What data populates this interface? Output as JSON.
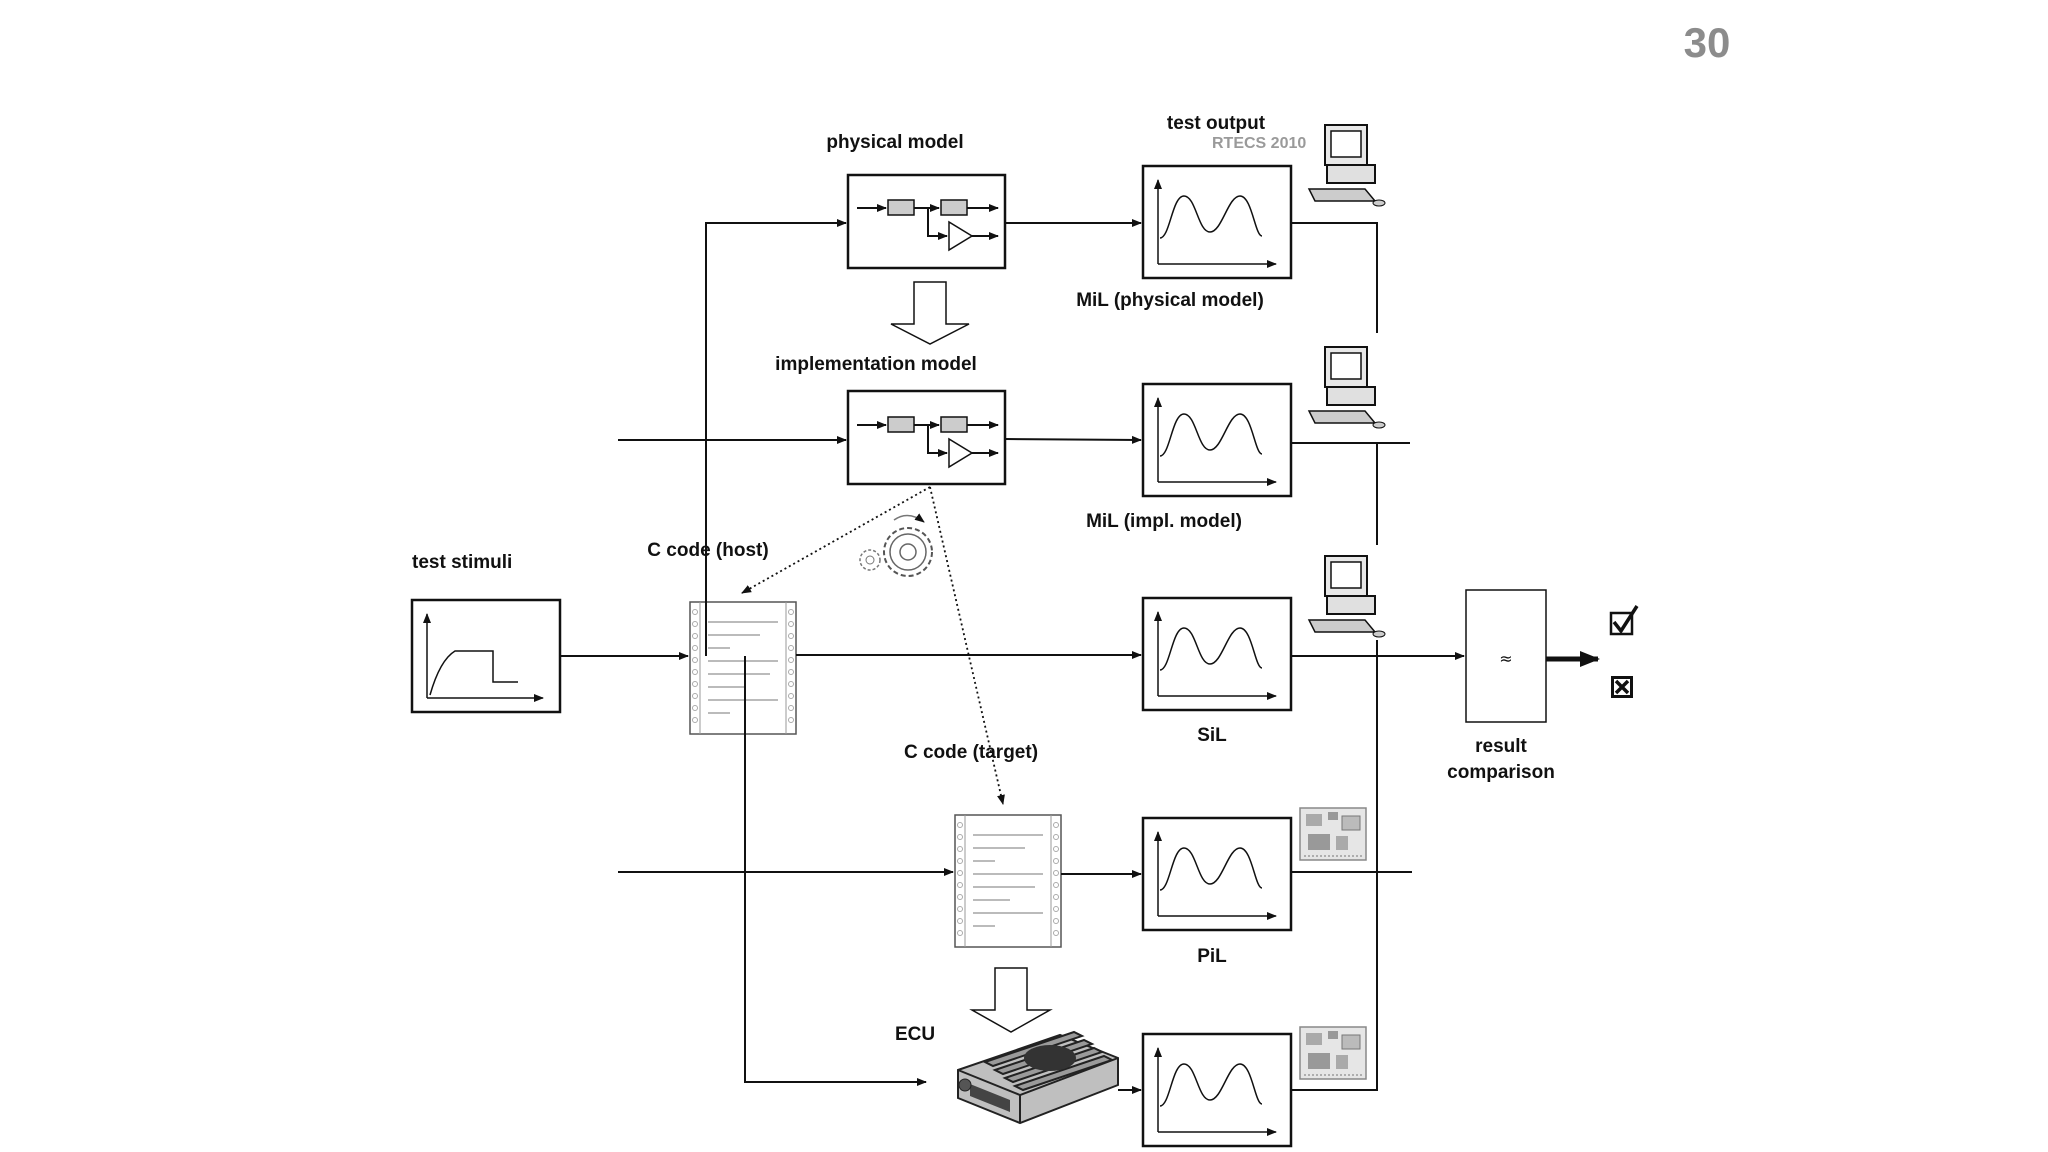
{
  "slide": {
    "page_number": "30",
    "watermark": "RTECS 2010"
  },
  "labels": {
    "test_stimuli": "test stimuli",
    "physical_model": "physical model",
    "implementation_model": "implementation model",
    "c_code_host": "C code (host)",
    "c_code_target": "C code (target)",
    "ecu": "ECU",
    "test_output": "test output",
    "mil_physical": "MiL (physical model)",
    "mil_impl": "MiL (impl. model)",
    "sil": "SiL",
    "pil": "PiL",
    "result_line1": "result",
    "result_line2": "comparison",
    "approx_symbol": "≈"
  },
  "icons": {
    "computer": "computer-icon",
    "circuit_board": "circuit-board-icon",
    "gear": "gear-icon",
    "check": "checkbox-checked-icon",
    "cross": "checkbox-cross-icon",
    "ecu_box": "ecu-hardware-icon",
    "code_listing": "code-listing-icon"
  }
}
